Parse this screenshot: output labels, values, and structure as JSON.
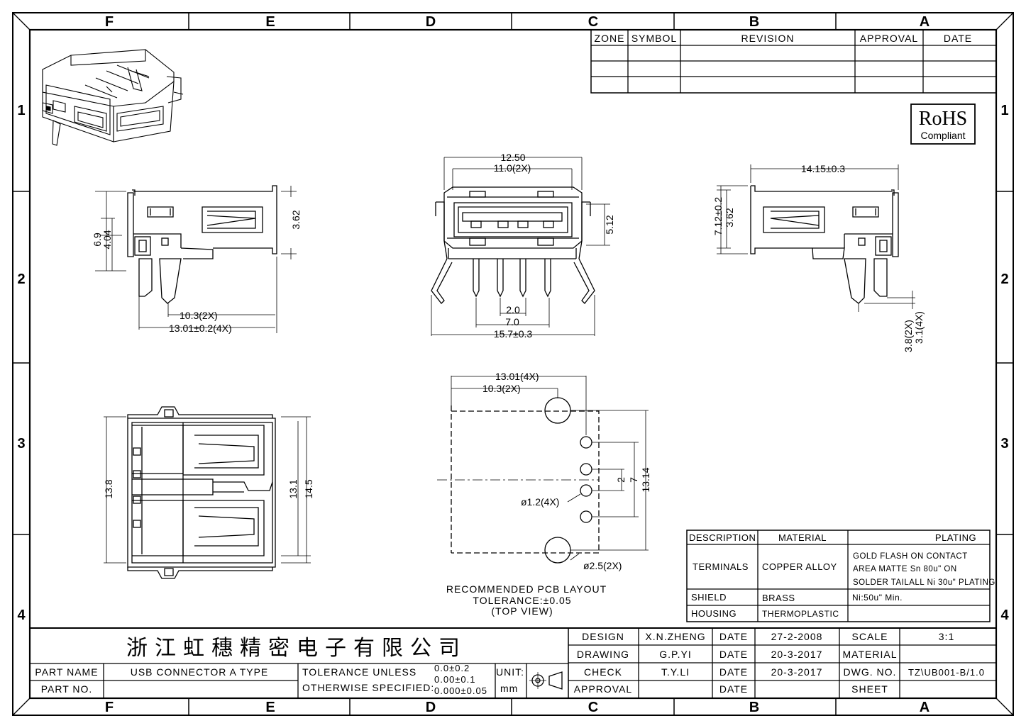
{
  "border": {
    "columns": [
      "F",
      "E",
      "D",
      "C",
      "B",
      "A"
    ],
    "rows": [
      "1",
      "2",
      "3",
      "4"
    ]
  },
  "revision_block": {
    "headers": [
      "ZONE",
      "SYMBOL",
      "REVISION",
      "APPROVAL",
      "DATE"
    ]
  },
  "rohs": {
    "title": "RoHS",
    "subtitle": "Compliant"
  },
  "dims": {
    "side_left": {
      "h1": "6.9",
      "h2": "4.04",
      "h3": "3.62",
      "w1": "10.3(2X)",
      "w2": "13.01±0.2(4X)"
    },
    "front": {
      "w1": "12.50",
      "w2": "11.0(2X)",
      "h1": "5.12",
      "p1": "2.0",
      "p2": "7.0",
      "w3": "15.7±0.3"
    },
    "side_right": {
      "w1": "14.15±0.3",
      "h1": "7.12±0.2",
      "h2": "3.62",
      "v1": "3.8(2X)",
      "v2": "3.1(4X)"
    },
    "top": {
      "h1": "13.8",
      "h2": "13.1",
      "h3": "14.5"
    },
    "pcb": {
      "d1": "13.01(4X)",
      "d2": "10.3(2X)",
      "hole_small": "ø1.2(4X)",
      "hole_large": "ø2.5(2X)",
      "p1": "2",
      "p2": "7",
      "h1": "13.14"
    }
  },
  "pcb_note": [
    "RECOMMENDED PCB LAYOUT",
    "TOLERANCE:±0.05",
    "(TOP VIEW)"
  ],
  "materials": {
    "headers": [
      "DESCRIPTION",
      "MATERIAL",
      "PLATING"
    ],
    "rows": [
      {
        "desc": "TERMINALS",
        "mat": "COPPER ALLOY",
        "plating": [
          "GOLD FLASH ON CONTACT",
          "AREA MATTE Sn 80u\" ON",
          "SOLDER TAILALL Ni 30u\" PLATING"
        ]
      },
      {
        "desc": "SHIELD",
        "mat": "BRASS",
        "plating": [
          "Ni:50u\" Min."
        ]
      },
      {
        "desc": "HOUSING",
        "mat": "THERMOPLASTIC",
        "plating": [
          ""
        ]
      }
    ]
  },
  "title_block": {
    "company": "浙江虹穗精密电子有限公司",
    "part_name_label": "PART NAME",
    "part_name": "USB CONNECTOR A TYPE",
    "part_no_label": "PART NO.",
    "part_no": "",
    "tol_label1": "TOLERANCE UNLESS",
    "tol_label2": "OTHERWISE SPECIFIED:",
    "tol_values": [
      "0.0±0.2",
      "0.00±0.1",
      "0.000±0.05"
    ],
    "unit_label": "UNIT:",
    "unit": "mm",
    "roles": [
      {
        "role": "DESIGN",
        "name": "X.N.ZHENG",
        "date_label": "DATE",
        "date": "27-2-2008"
      },
      {
        "role": "DRAWING",
        "name": "G.P.YI",
        "date_label": "DATE",
        "date": "20-3-2017"
      },
      {
        "role": "CHECK",
        "name": "T.Y.LI",
        "date_label": "DATE",
        "date": "20-3-2017"
      },
      {
        "role": "APPROVAL",
        "name": "",
        "date_label": "DATE",
        "date": ""
      }
    ],
    "scale_label": "SCALE",
    "scale": "3:1",
    "material_label": "MATERIAL",
    "material": "",
    "dwg_label": "DWG. NO.",
    "dwg": "TZ\\UB001-B/1.0",
    "sheet_label": "SHEET",
    "sheet": ""
  }
}
